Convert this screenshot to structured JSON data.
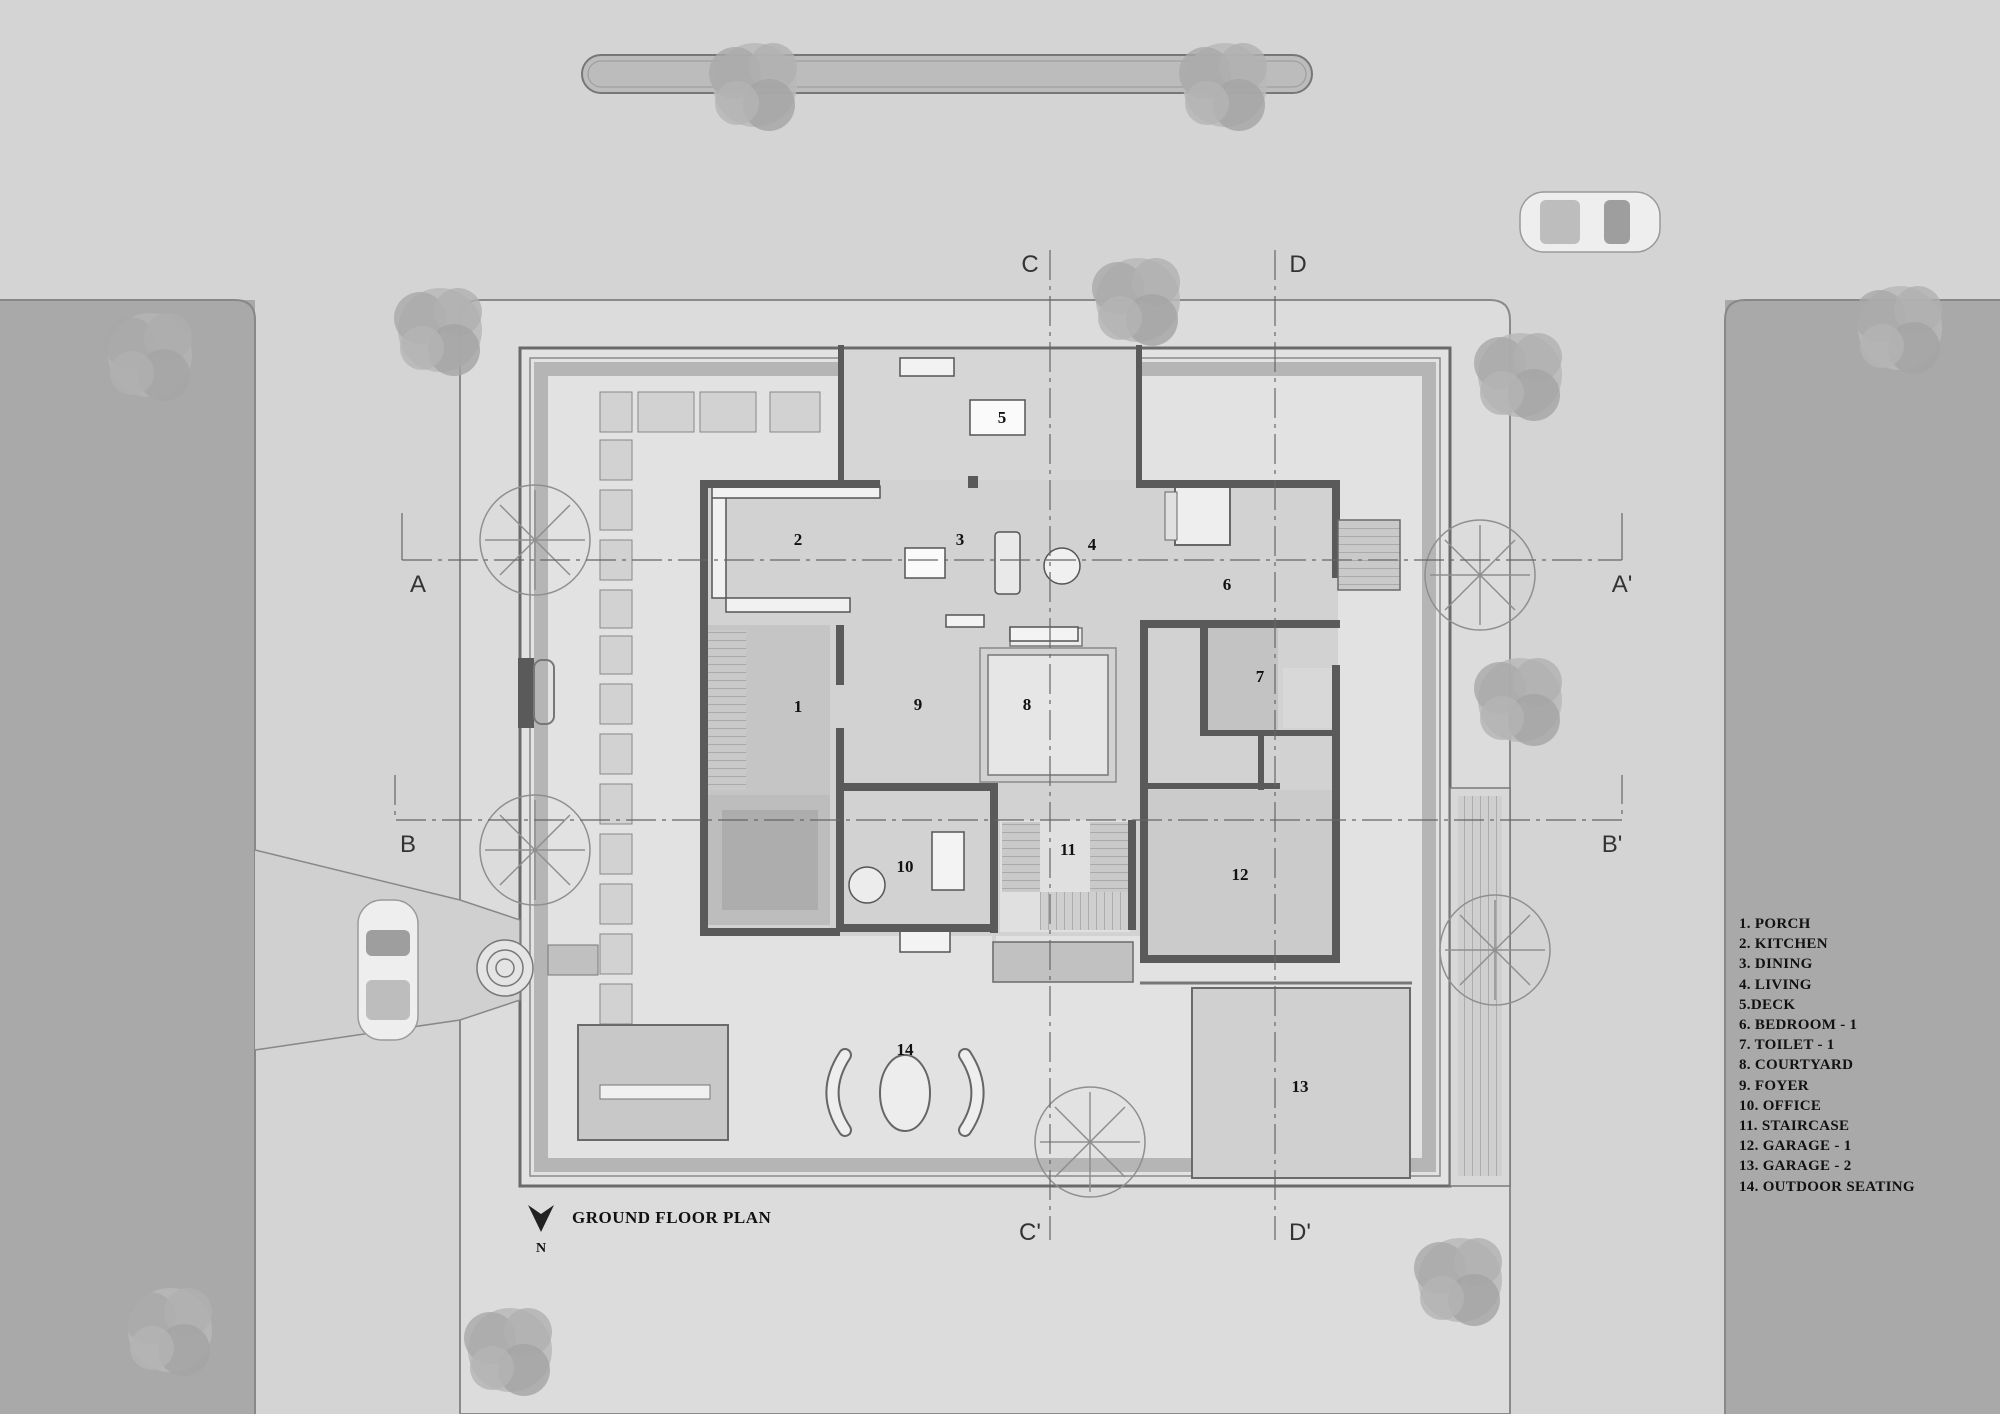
{
  "title": "GROUND FLOOR PLAN",
  "north_label": "N",
  "rooms": [
    {
      "num": "1"
    },
    {
      "num": "2"
    },
    {
      "num": "3"
    },
    {
      "num": "4"
    },
    {
      "num": "5"
    },
    {
      "num": "6"
    },
    {
      "num": "7"
    },
    {
      "num": "8"
    },
    {
      "num": "9"
    },
    {
      "num": "10"
    },
    {
      "num": "11"
    },
    {
      "num": "12"
    },
    {
      "num": "13"
    },
    {
      "num": "14"
    }
  ],
  "section_labels": {
    "a": "A",
    "a_prime": "A'",
    "b": "B",
    "b_prime": "B'",
    "c": "C",
    "c_prime": "C'",
    "d": "D",
    "d_prime": "D'"
  },
  "legend": [
    "1. PORCH",
    "2. KITCHEN",
    "3. DINING",
    "4. LIVING",
    "5.DECK",
    "6. BEDROOM - 1",
    "7. TOILET - 1",
    "8. COURTYARD",
    "9. FOYER",
    "10. OFFICE",
    "11. STAIRCASE",
    "12. GARAGE - 1",
    "13. GARAGE - 2",
    "14. OUTDOOR SEATING"
  ],
  "icons": {
    "north_arrow": "north-arrow-icon",
    "tree": "tree-icon",
    "car": "car-icon"
  },
  "colors": {
    "background": "#d4d4d4",
    "road": "#a9a9a9",
    "site": "#e2e2e2",
    "floor": "#d2d2d2",
    "wall": "#5a5a5a"
  }
}
